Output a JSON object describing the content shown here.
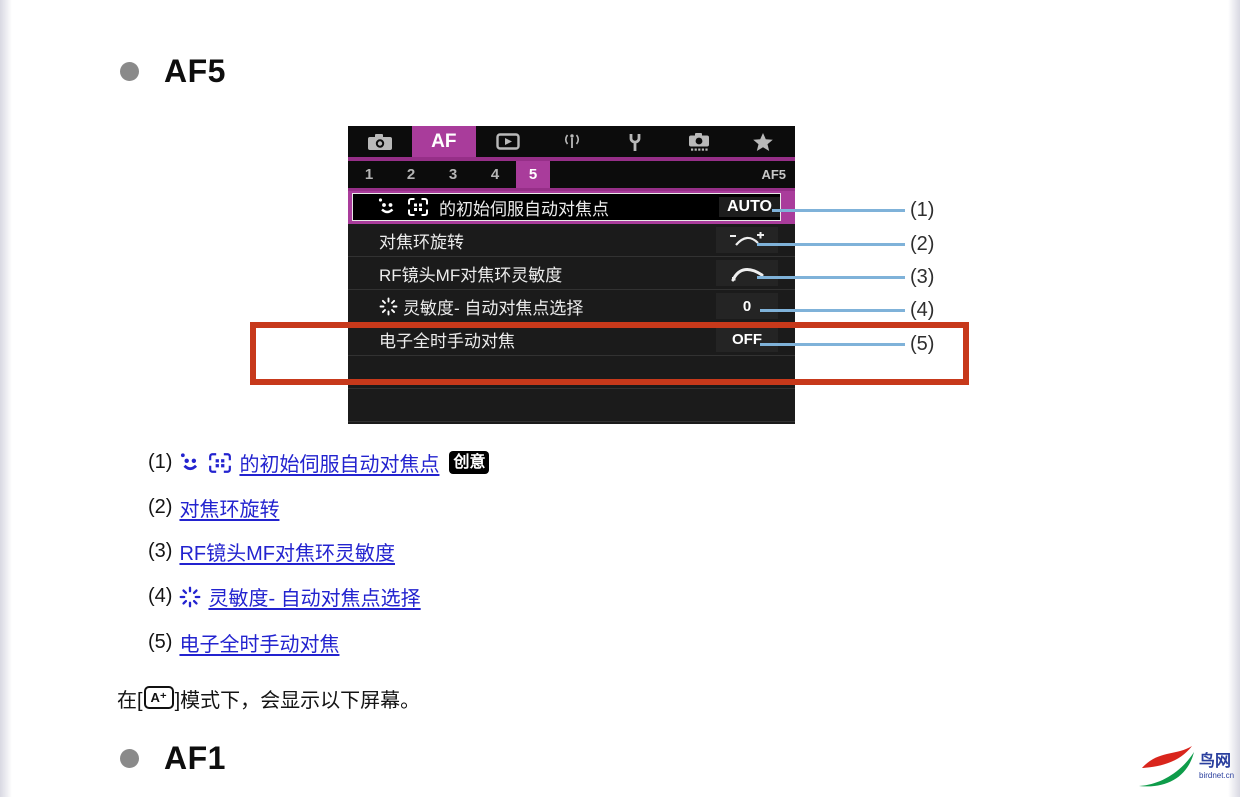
{
  "page": {
    "section_heading": "AF5",
    "section_heading_bottom": "AF1",
    "paragraph_prefix": "在[",
    "mode_icon_label": "A⁺",
    "paragraph_suffix": "]模式下，会显示以下屏幕。"
  },
  "camera_menu": {
    "tabs": [
      {
        "name": "shooting",
        "icon": "camera-icon"
      },
      {
        "name": "autofocus",
        "label": "AF",
        "active": true
      },
      {
        "name": "playback",
        "icon": "playback-icon"
      },
      {
        "name": "wireless",
        "icon": "wireless-icon"
      },
      {
        "name": "setup",
        "icon": "wrench-icon"
      },
      {
        "name": "custom-functions",
        "icon": "custom-functions-icon"
      },
      {
        "name": "my-menu",
        "icon": "star-icon"
      }
    ],
    "tab_numbers": [
      "1",
      "2",
      "3",
      "4",
      "5"
    ],
    "active_tab_number": "5",
    "page_label": "AF5",
    "rows": [
      {
        "label": "的初始伺服自动对焦点",
        "value": "AUTO",
        "selected": true,
        "leading_icons": [
          "face-tracking-icon",
          "af-zone-icon"
        ]
      },
      {
        "label": "对焦环旋转",
        "value_icon": "focus-ring-rotation-icon"
      },
      {
        "label": "RF镜头MF对焦环灵敏度",
        "value_icon": "mf-sensitivity-curve-icon"
      },
      {
        "label": "灵敏度- 自动对焦点选择",
        "value": "0",
        "leading_icons": [
          "multi-controller-icon"
        ]
      },
      {
        "label": "电子全时手动对焦",
        "value": "OFF"
      }
    ]
  },
  "callouts": {
    "labels": [
      "(1)",
      "(2)",
      "(3)",
      "(4)",
      "(5)"
    ]
  },
  "links": [
    {
      "num": "(1)",
      "text": "的初始伺服自动对焦点",
      "badge": "创意",
      "leading_icons": [
        "face-tracking-icon",
        "af-zone-icon"
      ]
    },
    {
      "num": "(2)",
      "text": "对焦环旋转"
    },
    {
      "num": "(3)",
      "text": "RF镜头MF对焦环灵敏度"
    },
    {
      "num": "(4)",
      "text": "灵敏度- 自动对焦点选择",
      "leading_icons": [
        "multi-controller-icon"
      ]
    },
    {
      "num": "(5)",
      "text": "电子全时手动对焦"
    }
  ],
  "watermark": {
    "title": "鸟网",
    "domain": "birdnet.cn"
  },
  "colors": {
    "menu_magenta": "#a93c9b",
    "menu_separator_magenta": "#962f88",
    "callout_line_blue": "#7fb2d9",
    "link_blue": "#2323cf",
    "highlight_red": "#c7391b",
    "bullet_gray": "#8a8a8a",
    "badge_bg": "#000000"
  }
}
